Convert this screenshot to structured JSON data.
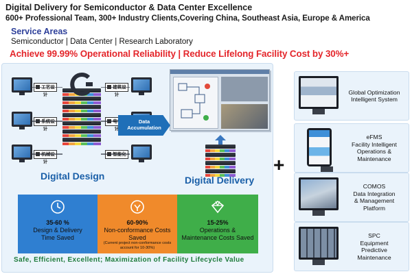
{
  "header": {
    "line1": "Digital Delivery for Semiconductor & Data Center Excellence",
    "line2": "600+ Professional Team, 300+ Industry Clients,Covering China, Southeast Asia, Europe & America",
    "service_title": "Service Areas",
    "service_list": "Semiconductor | Data Center | Research Laboratory",
    "tagline": "Achieve 99.99% Operational Reliability | Reduce Lifelong Facility Cost by 30%+"
  },
  "design": {
    "title": "Digital Design",
    "tags": [
      "工艺设计",
      "建筑设计",
      "系统设计",
      "电气设计",
      "机械设计",
      "智能化"
    ]
  },
  "arrow": {
    "line1": "Data",
    "line2": "Accumulation"
  },
  "delivery": {
    "title": "Digital Delivery"
  },
  "benefits": [
    {
      "value": "35-60 %",
      "label": "Design & Delivery\nTime Saved",
      "note": "",
      "color": "#2f7fd1",
      "icon": "clock-icon"
    },
    {
      "value": "60-90%",
      "label": "Non-conformance Costs\nSaved",
      "note": "(Current project non-conformance costs\naccount for 10-30%)",
      "color": "#f08a2b",
      "icon": "cost-down-icon"
    },
    {
      "value": "15-25%",
      "label": "Operations &\nMaintenance Costs Saved",
      "note": "",
      "color": "#3fae49",
      "icon": "diamond-icon"
    }
  ],
  "footer": "Safe, Efficient, Excellent;  Maximization of Facility Lifecycle Value",
  "plus": "+",
  "systems": [
    {
      "label": "Global Optimization\nIntelligent System",
      "icon": "dashboard-monitor-icon"
    },
    {
      "label": "eFMS\nFacility Intelligent\nOperations &\nMaintenance",
      "icon": "tablet-icon"
    },
    {
      "label": "COMOS\nData Integration\n& Management\nPlatform",
      "icon": "plant-monitor-icon"
    },
    {
      "label": "SPC\nEquipment\nPredictive\nMaintenance",
      "icon": "grid-monitor-icon"
    }
  ]
}
